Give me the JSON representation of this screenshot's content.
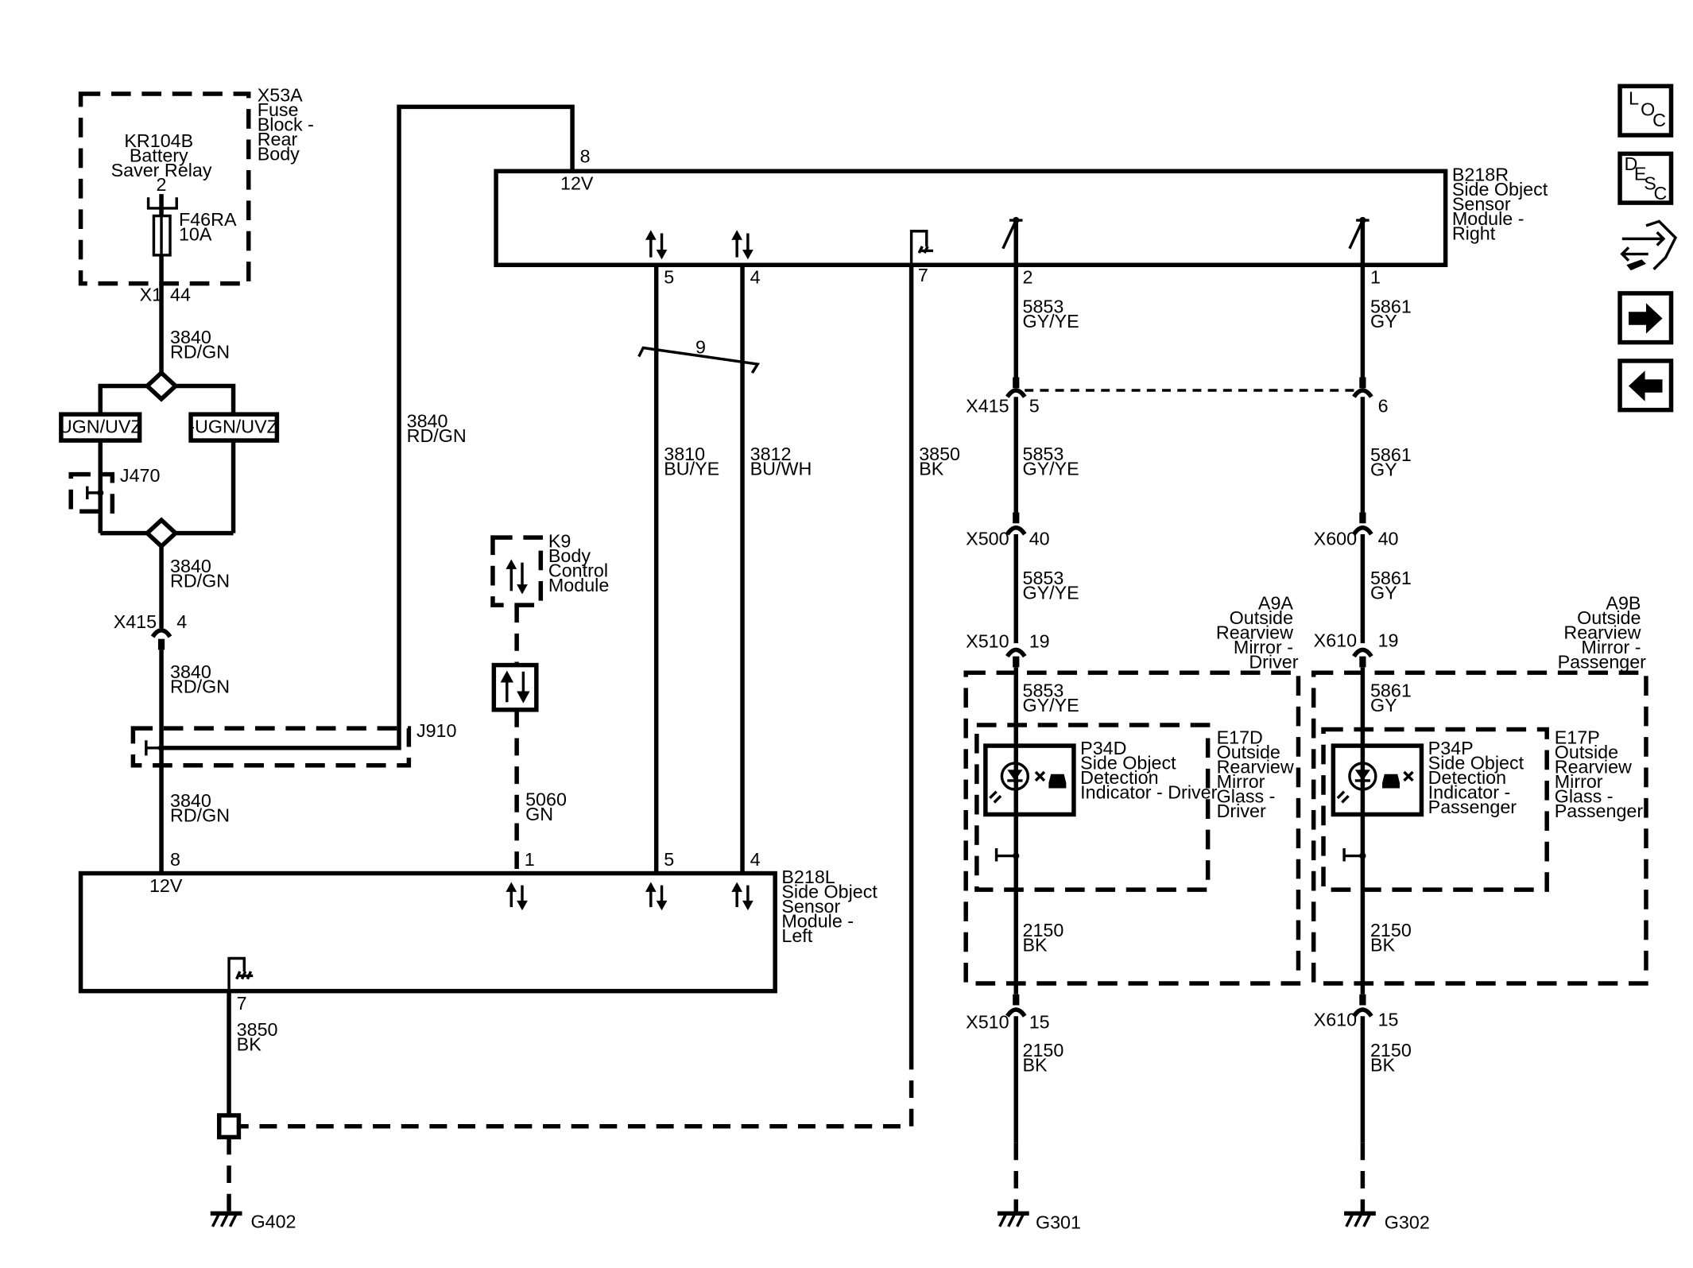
{
  "components": {
    "x53a": {
      "lines": [
        "X53A",
        "Fuse",
        "Block -",
        "Rear",
        "Body"
      ]
    },
    "kr104b": {
      "lines": [
        "KR104B",
        "Battery",
        "Saver Relay"
      ],
      "pin": "2"
    },
    "f46ra": {
      "lines": [
        "F46RA",
        "10A"
      ]
    },
    "x1": {
      "name": "X1",
      "pin": "44"
    },
    "ugn": "UGN/UVZ",
    "nugn": "-UGN/UVZ",
    "j470": "J470",
    "j910": "J910",
    "k9": {
      "lines": [
        "K9",
        "Body",
        "Control",
        "Module"
      ]
    },
    "b218r": {
      "lines": [
        "B218R",
        "Side Object",
        "Sensor",
        "Module -",
        "Right"
      ],
      "v12": "12V",
      "pin_8": "8",
      "pin_5": "5",
      "pin_4": "4",
      "pin_7": "7",
      "pin_2": "2",
      "pin_1": "1"
    },
    "b218l": {
      "lines": [
        "B218L",
        "Side Object",
        "Sensor",
        "Module -",
        "Left"
      ],
      "v12": "12V",
      "pin_8": "8",
      "pin_1": "1",
      "pin_5": "5",
      "pin_4": "4",
      "pin_7": "7"
    },
    "a9a": {
      "lines": [
        "A9A",
        "Outside",
        "Rearview",
        "Mirror -",
        "Driver"
      ]
    },
    "a9b": {
      "lines": [
        "A9B",
        "Outside",
        "Rearview",
        "Mirror -",
        "Passenger"
      ]
    },
    "p34d": {
      "lines": [
        "P34D",
        "Side Object",
        "Detection",
        "Indicator - Driver"
      ]
    },
    "p34p": {
      "lines": [
        "P34P",
        "Side Object",
        "Detection",
        "Indicator -",
        "Passenger"
      ]
    },
    "e17d": {
      "lines": [
        "E17D",
        "Outside",
        "Rearview",
        "Mirror",
        "Glass -",
        "Driver"
      ]
    },
    "e17p": {
      "lines": [
        "E17P",
        "Outside",
        "Rearview",
        "Mirror",
        "Glass -",
        "Passenger"
      ]
    },
    "twist": "9"
  },
  "connectors": {
    "x415_left": {
      "name": "X415",
      "pin": "4"
    },
    "x415_d": {
      "name": "X415",
      "pin": "5"
    },
    "x415_p": {
      "pin": "6"
    },
    "x500": {
      "name": "X500",
      "pin": "40"
    },
    "x600": {
      "name": "X600",
      "pin": "40"
    },
    "x510_top": {
      "name": "X510",
      "pin": "19"
    },
    "x610_top": {
      "name": "X610",
      "pin": "19"
    },
    "x510_bot": {
      "name": "X510",
      "pin": "15"
    },
    "x610_bot": {
      "name": "X610",
      "pin": "15"
    }
  },
  "wires": {
    "w3840_a": [
      "3840",
      "RD/GN"
    ],
    "w3840_b": [
      "3840",
      "RD/GN"
    ],
    "w3840_c": [
      "3840",
      "RD/GN"
    ],
    "w3840_d": [
      "3840",
      "RD/GN"
    ],
    "w3840_top": [
      "3840",
      "RD/GN"
    ],
    "w3810": [
      "3810",
      "BU/YE"
    ],
    "w3812": [
      "3812",
      "BU/WH"
    ],
    "w3850_r": [
      "3850",
      "BK"
    ],
    "w3850_l": [
      "3850",
      "BK"
    ],
    "w5060": [
      "5060",
      "GN"
    ],
    "w5853_a": [
      "5853",
      "GY/YE"
    ],
    "w5853_b": [
      "5853",
      "GY/YE"
    ],
    "w5853_c": [
      "5853",
      "GY/YE"
    ],
    "w5853_d": [
      "5853",
      "GY/YE"
    ],
    "w5861_a": [
      "5861",
      "GY"
    ],
    "w5861_b": [
      "5861",
      "GY"
    ],
    "w5861_c": [
      "5861",
      "GY"
    ],
    "w5861_d": [
      "5861",
      "GY"
    ],
    "w2150_a": [
      "2150",
      "BK"
    ],
    "w2150_b": [
      "2150",
      "BK"
    ],
    "w2150_c": [
      "2150",
      "BK"
    ],
    "w2150_d": [
      "2150",
      "BK"
    ]
  },
  "grounds": {
    "g402": "G402",
    "g301": "G301",
    "g302": "G302"
  },
  "nav": {
    "loc": [
      "L",
      "O",
      "C"
    ],
    "desc": [
      "D",
      "E",
      "S",
      "C"
    ]
  }
}
